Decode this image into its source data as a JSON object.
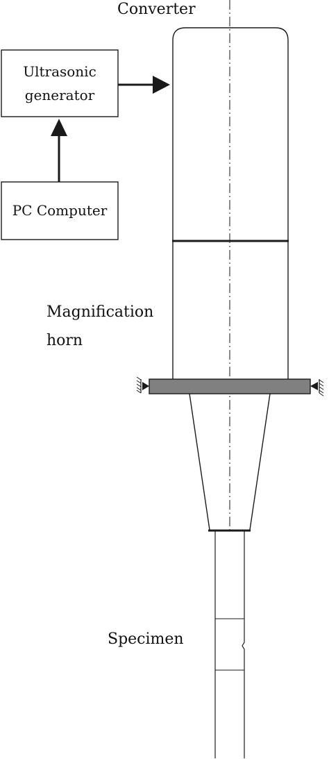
{
  "labels": {
    "converter": "Converter",
    "ultrasonic_line1": "Ultrasonic",
    "ultrasonic_line2": "generator",
    "pc_computer": "PC Computer",
    "magnification_line1": "Magnification",
    "magnification_line2": "horn",
    "specimen": "Specimen"
  },
  "colors": {
    "stroke": "#1a1a1a",
    "flange_fill": "#808080",
    "background": "#ffffff"
  }
}
